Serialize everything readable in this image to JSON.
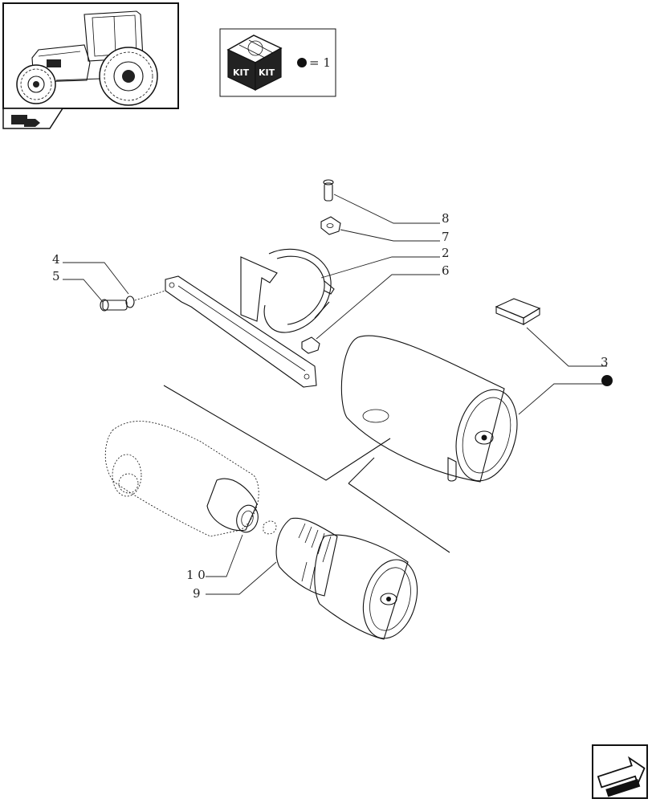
{
  "kit_legend": {
    "kit_text_left": "KIT",
    "kit_text_right": "KIT",
    "equals_text": "= 1"
  },
  "callouts": {
    "c8": "8",
    "c7": "7",
    "c2": "2",
    "c6": "6",
    "c4": "4",
    "c5": "5",
    "c3": "3",
    "c10": "1 0",
    "c9": "9"
  },
  "icons": {
    "thumbnail": "tractor-icon",
    "kit": "kit-box-icon",
    "marker": "filled-dot-icon",
    "nav_prev": "back-arrow-icon",
    "nav_next": "next-arrow-icon"
  },
  "colors": {
    "ink": "#111111",
    "paper": "#ffffff"
  }
}
